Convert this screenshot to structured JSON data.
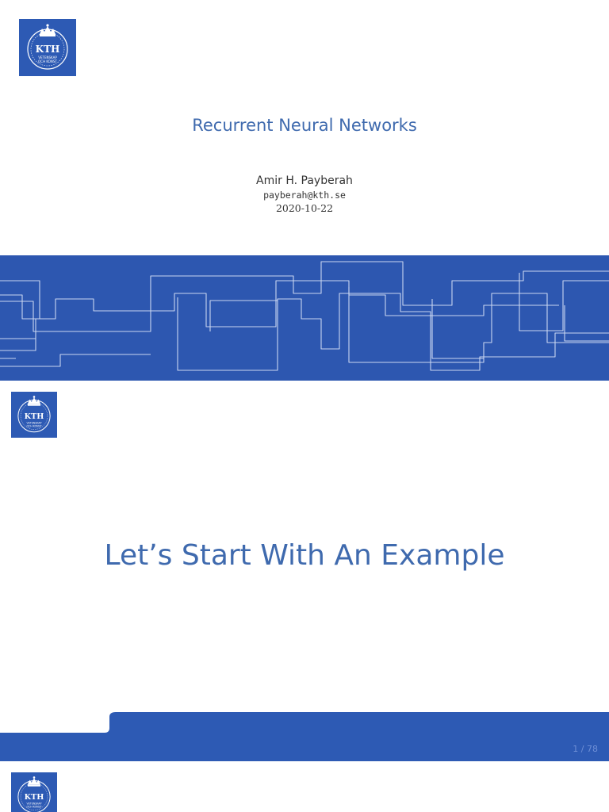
{
  "theme": {
    "accent": "#2d5ab4",
    "title_color": "#3f6aae",
    "page_number_color": "#6e8fd6"
  },
  "logo": {
    "text": "KTH",
    "ring_text_top": "VETENSKAP",
    "ring_text_bottom": "OCH KONST",
    "icon": "crown-icon"
  },
  "title_slide": {
    "title": "Recurrent Neural Networks",
    "author": "Amir H. Payberah",
    "email": "payberah@kth.se",
    "date": "2020-10-22"
  },
  "section_slide": {
    "title": "Let’s Start With An Example",
    "page_number": "1 / 78"
  }
}
